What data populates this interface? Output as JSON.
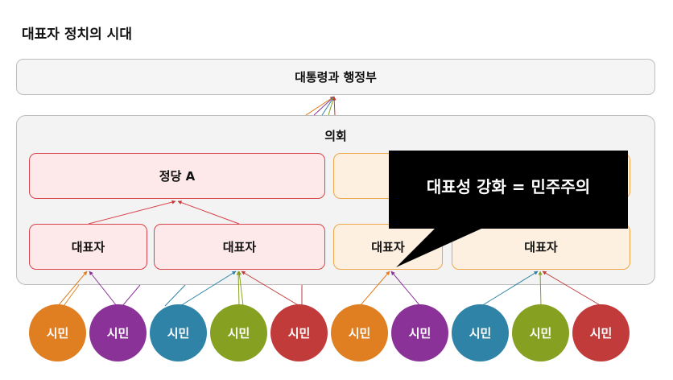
{
  "title": "대표자 정치의 시대",
  "executive": {
    "label": "대통령과 행정부"
  },
  "assembly": {
    "label": "의회"
  },
  "parties": [
    {
      "label": "정당 A"
    },
    {
      "label": ""
    }
  ],
  "representatives": [
    {
      "label": "대표자"
    },
    {
      "label": "대표자"
    },
    {
      "label": "대표자"
    },
    {
      "label": "대표자"
    }
  ],
  "citizens": [
    {
      "label": "시민",
      "color": "#e07f22"
    },
    {
      "label": "시민",
      "color": "#8b3299"
    },
    {
      "label": "시민",
      "color": "#2e83a6"
    },
    {
      "label": "시민",
      "color": "#86a022"
    },
    {
      "label": "시민",
      "color": "#c23b3b"
    },
    {
      "label": "시민",
      "color": "#e07f22"
    },
    {
      "label": "시민",
      "color": "#8b3299"
    },
    {
      "label": "시민",
      "color": "#2e83a6"
    },
    {
      "label": "시민",
      "color": "#86a022"
    },
    {
      "label": "시민",
      "color": "#c23b3b"
    }
  ],
  "callout": {
    "text": "대표성 강화 = 민주주의"
  },
  "colors": {
    "party_a_border": "#d9434b",
    "party_b_border": "#f0a44a",
    "callout_bg": "#000000"
  }
}
